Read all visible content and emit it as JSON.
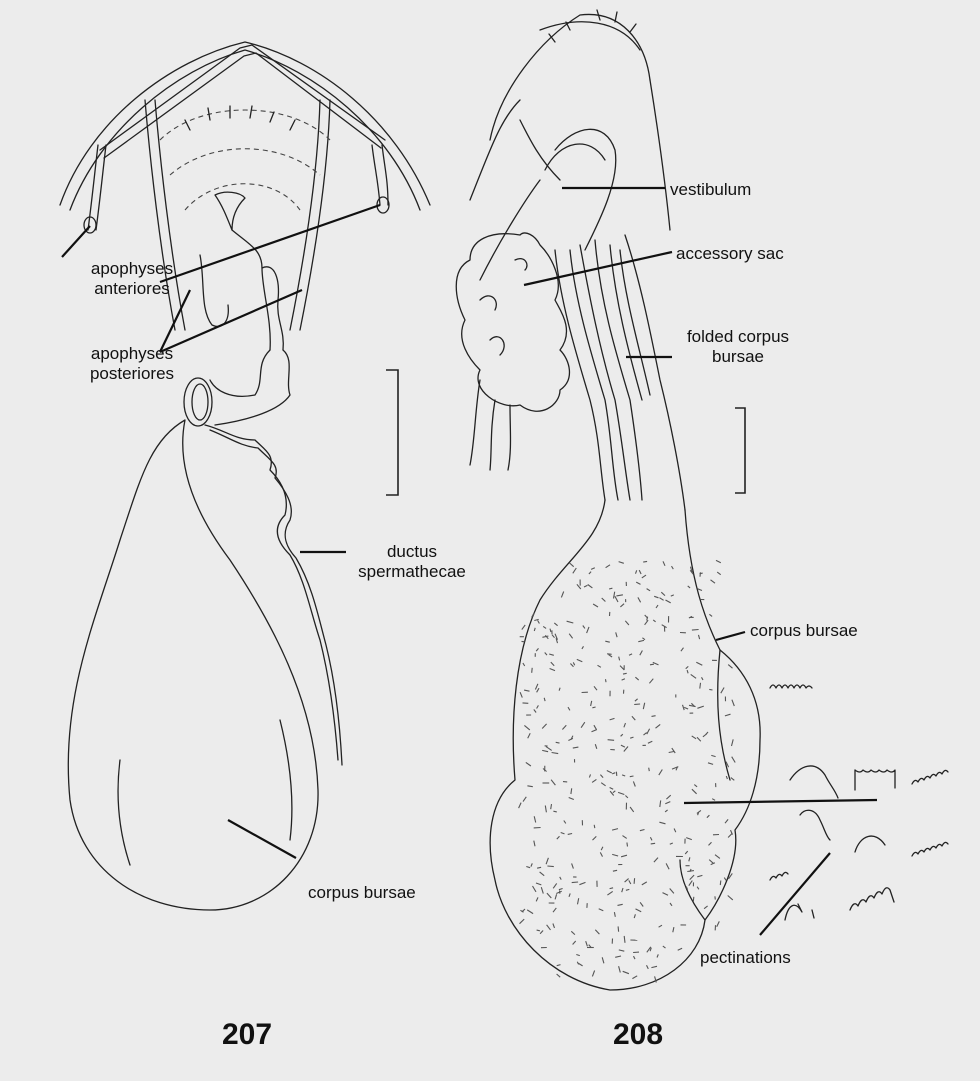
{
  "figures": [
    {
      "number": "207",
      "labels": {
        "apophyses_anteriores": [
          "apophyses",
          "anteriores"
        ],
        "apophyses_posteriores": [
          "apophyses",
          "posteriores"
        ],
        "ductus_spermathecae": [
          "ductus",
          "spermathecae"
        ],
        "corpus_bursae": "corpus bursae"
      }
    },
    {
      "number": "208",
      "labels": {
        "vestibulum": "vestibulum",
        "accessory_sac": "accessory sac",
        "folded_corpus_bursae": [
          "folded corpus",
          "bursae"
        ],
        "corpus_bursae": "corpus bursae",
        "pectinations": "pectinations"
      }
    }
  ]
}
